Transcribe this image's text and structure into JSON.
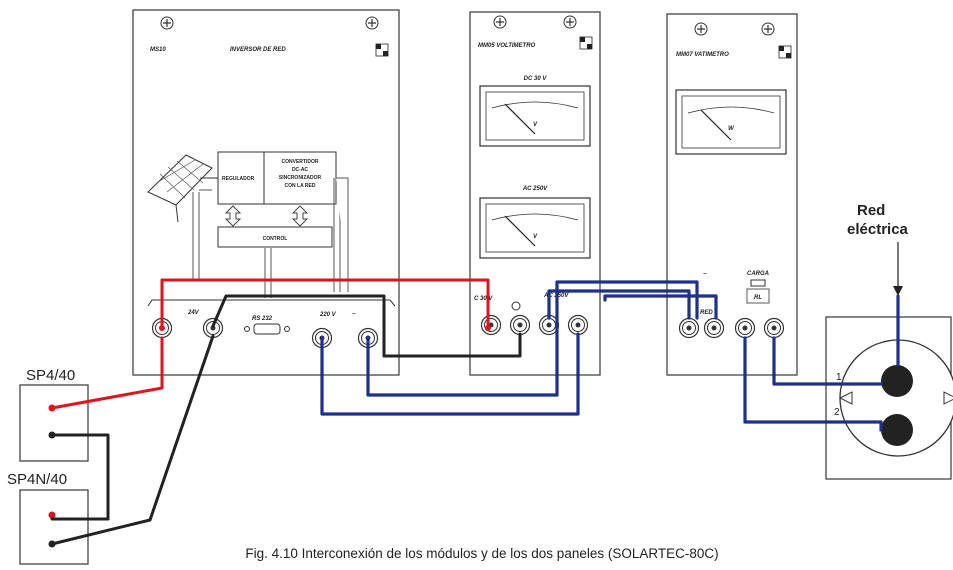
{
  "modules": {
    "inversor": {
      "code": "MS10",
      "title": "INVERSOR DE RED",
      "regulador": "REGULADOR",
      "convertidor_l1": "CONVERTIDOR",
      "convertidor_l2": "DC-AC",
      "convertidor_l3": "SINCRONIZADOR",
      "convertidor_l4": "CON LA RED",
      "control": "CONTROL",
      "port_24v": "24V",
      "port_rs232": "RS 232",
      "port_220v": "220 V"
    },
    "voltimetro": {
      "title": "MM05 VOLTIMETRO",
      "dc_label": "DC 30 V",
      "ac_label": "AC 250V",
      "meter_symbol": "V",
      "port_dc": "C 30 V",
      "port_ac": "AC 250V"
    },
    "vatimetro": {
      "title": "MM07 VATIMETRO",
      "meter_symbol": "W",
      "port_red": "RED",
      "port_carga": "CARGA",
      "carga_symbol": "RL"
    }
  },
  "panels": {
    "sp4": "SP4/40",
    "sp4n": "SP4N/40"
  },
  "red": {
    "line1": "Red",
    "line2": "eléctrica",
    "pin1": "1",
    "pin2": "2"
  },
  "caption": "Fig. 4.10   Interconexión de los módulos y de los dos paneles (SOLARTEC-80C)",
  "colors": {
    "red_wire": "#e0141e",
    "blue_wire": "#1f2f8c",
    "black_wire": "#222222"
  }
}
